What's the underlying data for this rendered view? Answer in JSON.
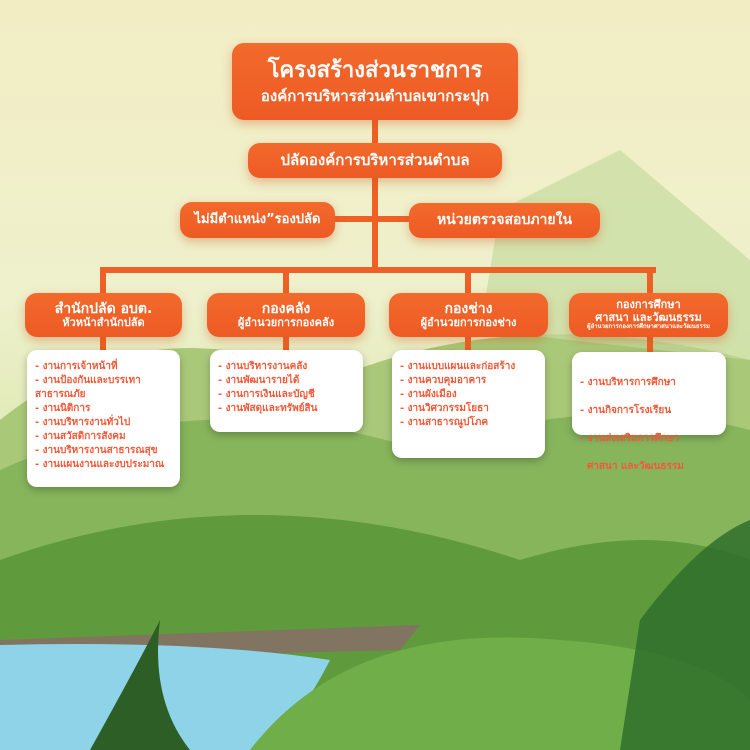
{
  "title": {
    "line1": "โครงสร้างส่วนราชการ",
    "line2": "องค์การบริหารส่วนตำบลเขากระปุก"
  },
  "chief": "ปลัดองค์การบริหารส่วนตำบล",
  "deputy": "ไม่มีตำแหน่ง”รองปลัด",
  "audit": "หน่วยตรวจสอบภายใน",
  "departments": [
    {
      "name": "สำนักปลัด อบต.",
      "head": "หัวหน้าสำนักปลัด",
      "tasks": [
        "- งานการเจ้าหน้าที่",
        "- งานป้องกันและบรรเทา",
        "สาธารณภัย",
        "- งานนิติการ",
        "- งานบริหารงานทั่วไป",
        "- งานสวัสดิการสังคม",
        "- งานบริหารงานสาธารณสุข",
        "- งานแผนงานและงบประมาณ"
      ]
    },
    {
      "name": "กองคลัง",
      "head": "ผู้อำนวยการกองคลัง",
      "tasks": [
        "- งานบริหารงานคลัง",
        "- งานพัฒนารายได้",
        "- งานการเงินและบัญชี",
        "- งานพัสดุและทรัพย์สิน"
      ]
    },
    {
      "name": "กองช่าง",
      "head": "ผู้อำนวยการกองช่าง",
      "tasks": [
        "- งานแบบแผนและก่อสร้าง",
        "- งานควบคุมอาคาร",
        "- งานผังเมือง",
        "- งานวิศวกรรมโยธา",
        "- งานสาธารณูปโภค"
      ]
    },
    {
      "name": "กองการศึกษา",
      "name2": "ศาสนา และวัฒนธรรม",
      "head": "ผู้อำนวยการกองการศึกษาศาสนาและวัฒนธรรม",
      "tasks": [
        "- งานบริหารการศึกษา",
        "- งานกิจการโรงเรียน",
        "- งานส่งเสริมการศึกษา",
        "  ศาสนา และวัฒนธรรม"
      ]
    }
  ]
}
